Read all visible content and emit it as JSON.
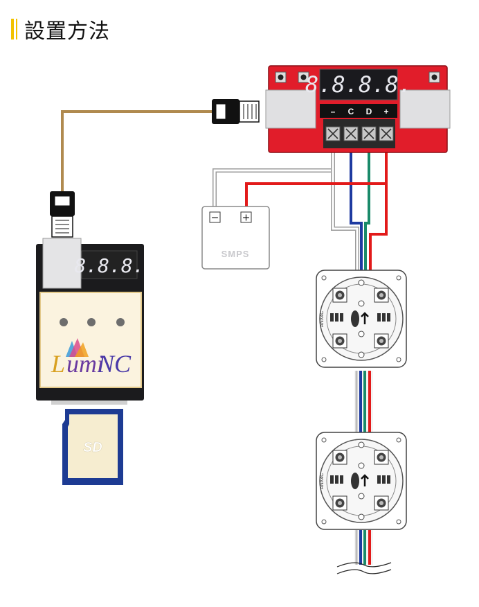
{
  "title": "設置方法",
  "controller": {
    "display": "8.8.8.8.",
    "terminal_labels": [
      "–",
      "C",
      "D",
      "+"
    ]
  },
  "smps": {
    "label": "SMPS",
    "minus": "−",
    "plus": "+"
  },
  "player": {
    "display": "8.8.8.",
    "brand_prefix": "L",
    "brand_mid": "umi",
    "brand_suffix": "NC"
  },
  "sd_card": {
    "label": "SD"
  },
  "module": {
    "label": "ANX4C"
  },
  "wire_colors": {
    "ethernet": "#b08a4f",
    "minus": "#ffffff",
    "clock": "#1e3aa0",
    "data": "#1a8a6a",
    "plus": "#e21a1a",
    "controller_body": "#e11d2a"
  }
}
